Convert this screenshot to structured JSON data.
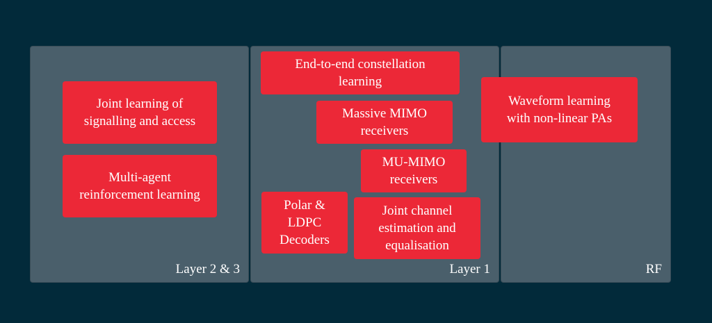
{
  "colors": {
    "background": "#022a3a",
    "panel": "#4a5f6b",
    "box": "#ec2837",
    "text": "#ffffff"
  },
  "panels": {
    "layer23": {
      "label": "Layer 2 & 3"
    },
    "layer1": {
      "label": "Layer 1"
    },
    "rf": {
      "label": "RF"
    }
  },
  "boxes": {
    "joint_learning": "Joint learning of\nsignalling and access",
    "multi_agent": "Multi-agent\nreinforcement learning",
    "end_to_end": "End-to-end constellation\nlearning",
    "massive_mimo": "Massive MIMO\nreceivers",
    "mu_mimo": "MU-MIMO\nreceivers",
    "polar_ldpc": "Polar &\nLDPC\nDecoders",
    "joint_channel": "Joint channel\nestimation and\nequalisation",
    "waveform": "Waveform learning\nwith non-linear PAs"
  }
}
